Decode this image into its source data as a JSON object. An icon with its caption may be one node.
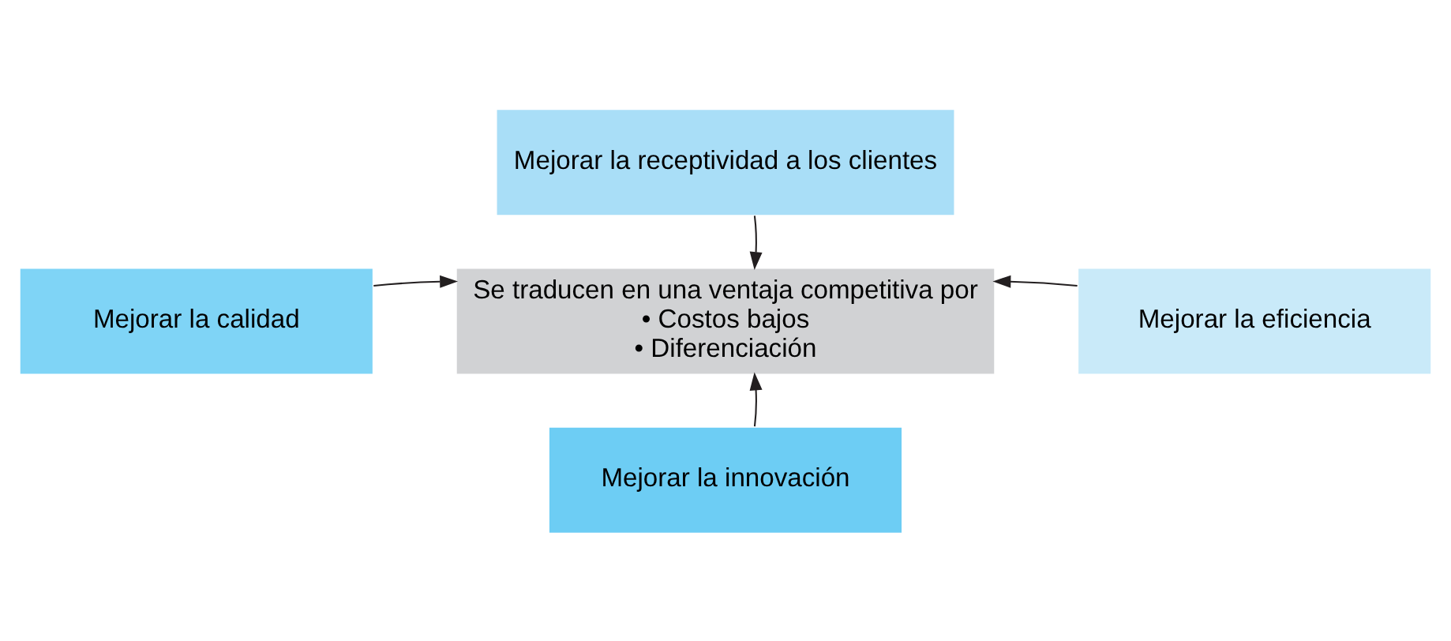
{
  "diagram": {
    "nodes": [
      {
        "text": [
          "Mejorar la receptividad a los clientes"
        ]
      },
      {
        "text": [
          "Mejorar la calidad"
        ]
      },
      {
        "text": [
          "Se traducen en una ventaja competitiva por",
          "• Costos bajos",
          "• Diferenciación"
        ]
      },
      {
        "text": [
          "Mejorar la eficiencia"
        ]
      },
      {
        "text": [
          "Mejorar la innovación"
        ]
      }
    ],
    "edges": [
      {
        "from": 0,
        "to": 2,
        "arrow": "to"
      },
      {
        "from": 1,
        "to": 2,
        "arrow": "to"
      },
      {
        "from": 3,
        "to": 2,
        "arrow": "to"
      },
      {
        "from": 4,
        "to": 2,
        "arrow": "to"
      }
    ]
  }
}
